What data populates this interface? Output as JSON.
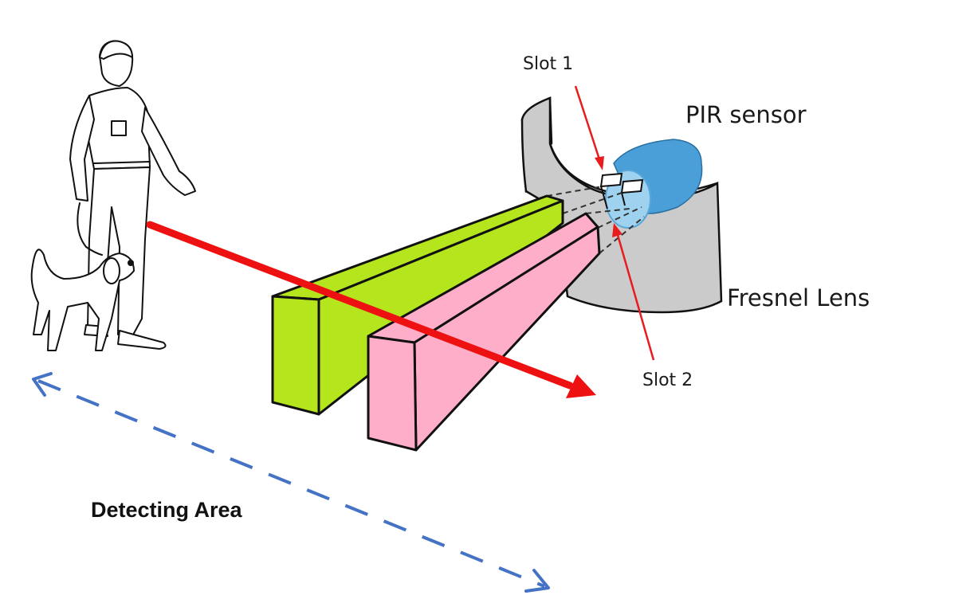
{
  "labels": {
    "slot1": "Slot 1",
    "pir_sensor": "PIR sensor",
    "fresnel_lens": "Fresnel Lens",
    "slot2": "Slot 2",
    "detecting_area": "Detecting Area"
  },
  "colors": {
    "green_beam": "#b5e61d",
    "pink_beam": "#ffaec9",
    "sensor_blue": "#4a9fd8",
    "sensor_light_blue": "#9fd2ef",
    "lens_gray": "#c8c8c8",
    "motion_arrow": "#ee1111",
    "pointer_arrow": "#e81c1c",
    "area_arrow": "#4472c4"
  }
}
